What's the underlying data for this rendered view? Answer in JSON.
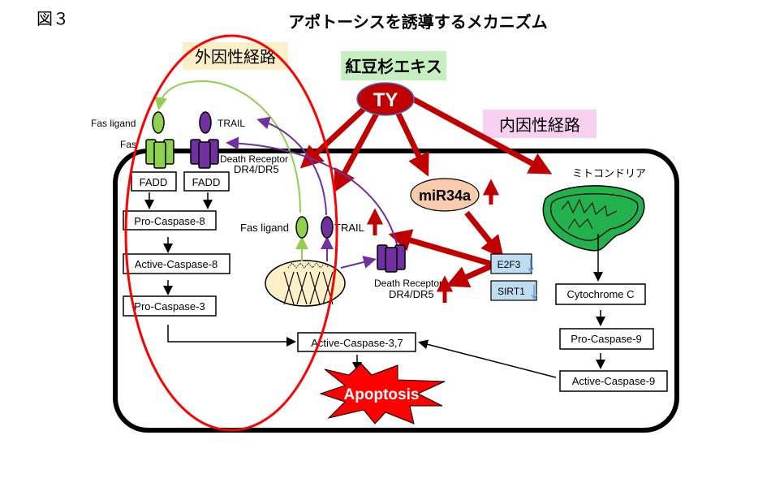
{
  "figure_label": "図３",
  "title": "アポトーシスを誘導するメカニズム",
  "extrinsic_label": "外因性経路",
  "intrinsic_label": "内因性経路",
  "extract_label": "紅豆杉エキス",
  "ty_label": "TY",
  "outer": {
    "fas_ligand": "Fas ligand",
    "trail": "TRAIL",
    "fas": "Fas",
    "death_receptor": "Death Receptor",
    "dr45": "DR4/DR5"
  },
  "extrinsic_steps": {
    "fadd1": "FADD",
    "fadd2": "FADD",
    "pro_casp8": "Pro-Caspase-8",
    "active_casp8": "Active-Caspase-8",
    "pro_casp3": "Pro-Caspase-3"
  },
  "nucleus": {
    "fas_ligand": "Fas ligand",
    "trail": "TRAIL",
    "death_receptor": "Death Receptor",
    "dr45": "DR4/DR5"
  },
  "mir": "miR34a",
  "e2f3": "E2F3",
  "sirt1": "SIRT1",
  "mito": "ミトコンドリア",
  "intrinsic_steps": {
    "cytc": "Cytochrome C",
    "pro_casp9": "Pro-Caspase-9",
    "active_casp9": "Active-Caspase-9"
  },
  "active_casp37": "Active-Caspase-3,7",
  "apoptosis": "Apoptosis",
  "colors": {
    "red": "#c00000",
    "green": "#8fd14f",
    "purple": "#7030a0",
    "ellipse": "#ff0000"
  }
}
